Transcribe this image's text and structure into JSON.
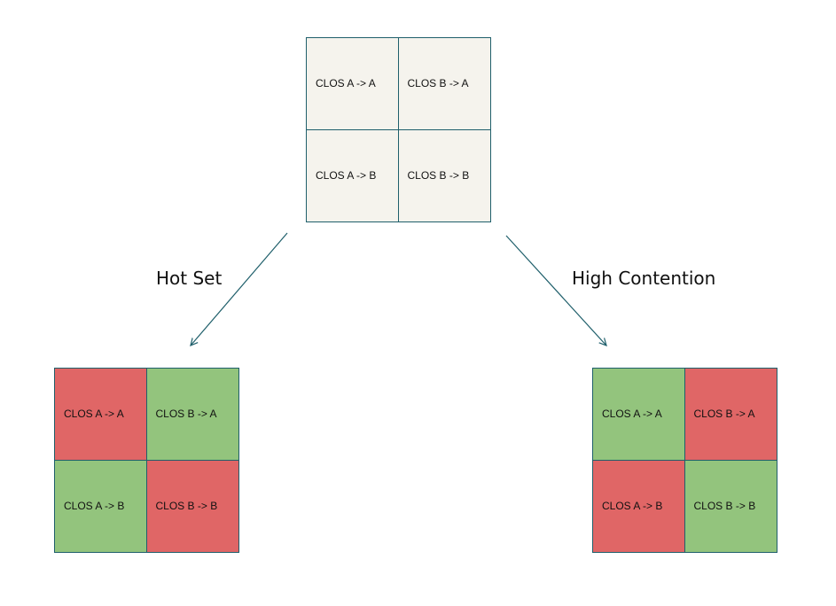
{
  "colors": {
    "border": "#1f5f6b",
    "neutral": "#f5f3ed",
    "red": "#e06666",
    "green": "#93c47d"
  },
  "top_grid": {
    "cells": [
      {
        "label": "CLOS A -> A",
        "color": "#f5f3ed"
      },
      {
        "label": "CLOS B -> A",
        "color": "#f5f3ed"
      },
      {
        "label": "CLOS A -> B",
        "color": "#f5f3ed"
      },
      {
        "label": "CLOS B -> B",
        "color": "#f5f3ed"
      }
    ]
  },
  "branches": {
    "left": {
      "label": "Hot Set",
      "cells": [
        {
          "label": "CLOS A -> A",
          "color": "#e06666"
        },
        {
          "label": "CLOS B -> A",
          "color": "#93c47d"
        },
        {
          "label": "CLOS A -> B",
          "color": "#93c47d"
        },
        {
          "label": "CLOS B -> B",
          "color": "#e06666"
        }
      ]
    },
    "right": {
      "label": "High Contention",
      "cells": [
        {
          "label": "CLOS A -> A",
          "color": "#93c47d"
        },
        {
          "label": "CLOS B -> A",
          "color": "#e06666"
        },
        {
          "label": "CLOS A -> B",
          "color": "#e06666"
        },
        {
          "label": "CLOS B -> B",
          "color": "#93c47d"
        }
      ]
    }
  }
}
